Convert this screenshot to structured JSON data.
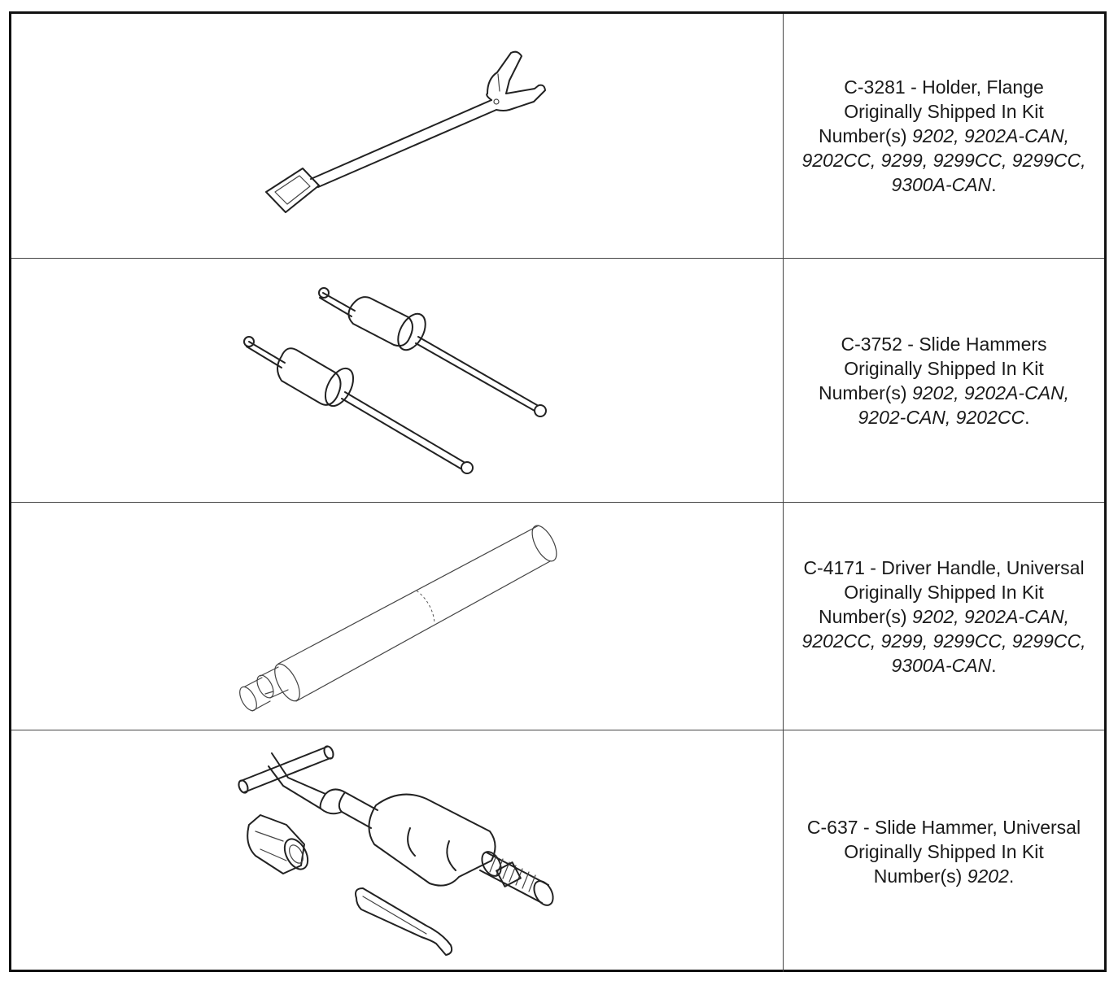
{
  "tools": [
    {
      "title": "C-3281 - Holder, Flange",
      "shipped_prefix": "Originally Shipped In Kit",
      "numbers_label": "Number(s)",
      "kit_line1": "9202, 9202A-CAN,",
      "kit_line2": "9202CC, 9299, 9299CC, 9299CC,",
      "kit_line3": "9300A-CAN",
      "period": "."
    },
    {
      "title": "C-3752 - Slide Hammers",
      "shipped_prefix": "Originally Shipped In Kit",
      "numbers_label": "Number(s)",
      "kit_line1": "9202, 9202A-CAN,",
      "kit_line2": "9202-CAN, 9202CC",
      "period": "."
    },
    {
      "title": "C-4171 - Driver Handle, Universal",
      "shipped_prefix": "Originally Shipped In Kit",
      "numbers_label": "Number(s)",
      "kit_line1": "9202, 9202A-CAN,",
      "kit_line2": "9202CC, 9299, 9299CC, 9299CC,",
      "kit_line3": "9300A-CAN",
      "period": "."
    },
    {
      "title": "C-637 - Slide Hammer, Universal",
      "shipped_prefix": "Originally Shipped In Kit",
      "numbers_label": "Number(s)",
      "kit_line1": "9202",
      "period": "."
    }
  ]
}
